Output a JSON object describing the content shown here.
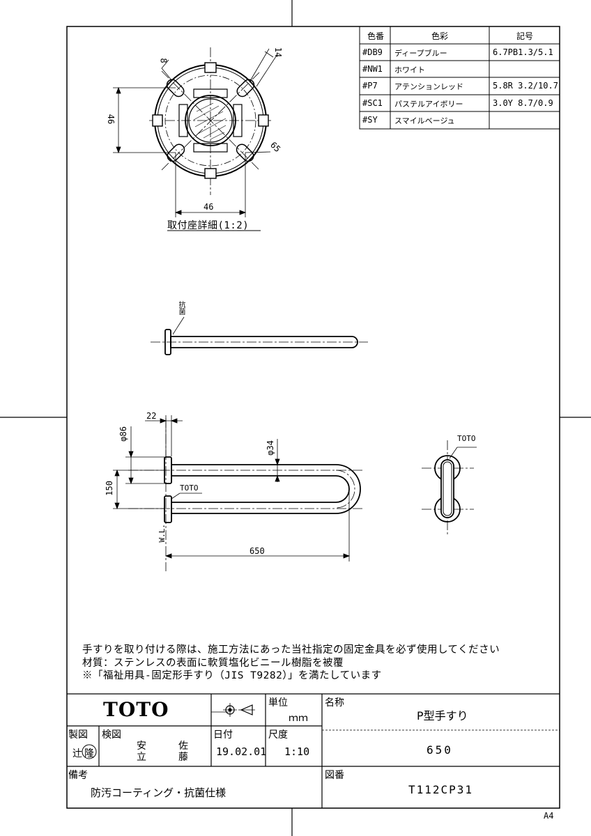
{
  "color_table": {
    "headers": [
      "色番",
      "色彩",
      "記号"
    ],
    "rows": [
      [
        "#DB9",
        "ディープブルー",
        "6.7PB1.3/5.1"
      ],
      [
        "#NW1",
        "ホワイト",
        ""
      ],
      [
        "#P7",
        "アテンションレッド",
        "5.8R 3.2/10.7"
      ],
      [
        "#SC1",
        "パステルアイボリー",
        "3.0Y 8.7/0.9"
      ],
      [
        "#SY",
        "スマイルベージュ",
        ""
      ]
    ]
  },
  "detail": {
    "dim_8": "8",
    "dim_14": "14",
    "dim_46_v": "46",
    "dim_46_h": "46",
    "dim_65": "65",
    "caption": "取付座詳細(1:2)"
  },
  "side_view": {
    "label": "抗菌"
  },
  "plan_view": {
    "dim_22": "22",
    "dim_phi86": "φ86",
    "dim_phi34": "φ34",
    "dim_150": "150",
    "dim_650": "650",
    "dim_wl": "W.L.",
    "brand_mark": "TOTO"
  },
  "end_view": {
    "brand_mark": "TOTO"
  },
  "notes": [
    "手すりを取り付ける際は、施工方法にあった当社指定の固定金具を必ず使用してください",
    "材質：ステンレスの表面に軟質塩化ビニール樹脂を被覆",
    "※「福祉用具-固定形手すり（JIS T9282）」を満たしています"
  ],
  "title_block": {
    "logo": "TOTO",
    "unit_label": "単位",
    "unit_value": "ｍｍ",
    "name_label": "名称",
    "name_value": "P型手すり",
    "drawn_label": "製図",
    "drawn_value": "辻",
    "drawn_stamp": "隆",
    "checked_label": "検図",
    "checked_1a": "安",
    "checked_1b": "立",
    "checked_2a": "佐",
    "checked_2b": "藤",
    "date_label": "日付",
    "date_value": "19.02.01",
    "scale_label": "尺度",
    "scale_value": "1:10",
    "size_value": "650",
    "remarks_label": "備考",
    "remarks_value": "防汚コーティング・抗菌仕様",
    "drawing_no_label": "図番",
    "drawing_no_value": "T112CP31"
  },
  "sheet_size": "A4"
}
